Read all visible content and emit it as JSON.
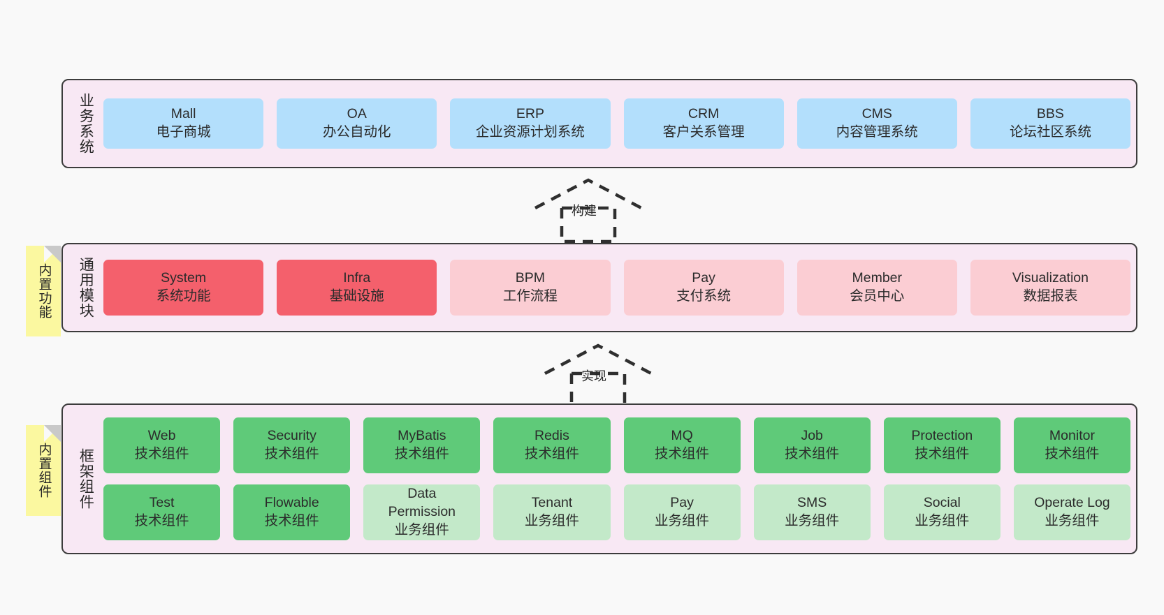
{
  "diagram": {
    "background_color": "#f9f9f9",
    "container_fill": "#f8e8f4",
    "container_border": "#3c3c3c"
  },
  "layers": [
    {
      "id": "business",
      "title": "业务系统",
      "rows": [
        {
          "cards": [
            {
              "name": "Mall",
              "subtitle": "电子商城",
              "color": "#b3dffc",
              "variant": "c-blue"
            },
            {
              "name": "OA",
              "subtitle": "办公自动化",
              "color": "#b3dffc",
              "variant": "c-blue"
            },
            {
              "name": "ERP",
              "subtitle": "企业资源计划系统",
              "color": "#b3dffc",
              "variant": "c-blue"
            },
            {
              "name": "CRM",
              "subtitle": "客户关系管理",
              "color": "#b3dffc",
              "variant": "c-blue"
            },
            {
              "name": "CMS",
              "subtitle": "内容管理系统",
              "color": "#b3dffc",
              "variant": "c-blue"
            },
            {
              "name": "BBS",
              "subtitle": "论坛社区系统",
              "color": "#b3dffc",
              "variant": "c-blue"
            }
          ]
        }
      ]
    },
    {
      "id": "common",
      "title": "通用模块",
      "rows": [
        {
          "cards": [
            {
              "name": "System",
              "subtitle": "系统功能",
              "color": "#f4606c",
              "variant": "c-red"
            },
            {
              "name": "Infra",
              "subtitle": "基础设施",
              "color": "#f4606c",
              "variant": "c-red"
            },
            {
              "name": "BPM",
              "subtitle": "工作流程",
              "color": "#fbcdd3",
              "variant": "c-pink"
            },
            {
              "name": "Pay",
              "subtitle": "支付系统",
              "color": "#fbcdd3",
              "variant": "c-pink"
            },
            {
              "name": "Member",
              "subtitle": "会员中心",
              "color": "#fbcdd3",
              "variant": "c-pink"
            },
            {
              "name": "Visualization",
              "subtitle": "数据报表",
              "color": "#fbcdd3",
              "variant": "c-pink"
            }
          ]
        }
      ]
    },
    {
      "id": "frame",
      "title": "框架组件",
      "rows": [
        {
          "cards": [
            {
              "name": "Web",
              "subtitle": "技术组件",
              "color": "#5fca79",
              "variant": "c-green"
            },
            {
              "name": "Security",
              "subtitle": "技术组件",
              "color": "#5fca79",
              "variant": "c-green"
            },
            {
              "name": "MyBatis",
              "subtitle": "技术组件",
              "color": "#5fca79",
              "variant": "c-green"
            },
            {
              "name": "Redis",
              "subtitle": "技术组件",
              "color": "#5fca79",
              "variant": "c-green"
            },
            {
              "name": "MQ",
              "subtitle": "技术组件",
              "color": "#5fca79",
              "variant": "c-green"
            },
            {
              "name": "Job",
              "subtitle": "技术组件",
              "color": "#5fca79",
              "variant": "c-green"
            },
            {
              "name": "Protection",
              "subtitle": "技术组件",
              "color": "#5fca79",
              "variant": "c-green"
            },
            {
              "name": "Monitor",
              "subtitle": "技术组件",
              "color": "#5fca79",
              "variant": "c-green"
            }
          ]
        },
        {
          "cards": [
            {
              "name": "Test",
              "subtitle": "技术组件",
              "color": "#5fca79",
              "variant": "c-green"
            },
            {
              "name": "Flowable",
              "subtitle": "技术组件",
              "color": "#5fca79",
              "variant": "c-green"
            },
            {
              "name": "Data\nPermission",
              "subtitle": "业务组件",
              "color": "#c3e9c9",
              "variant": "c-lightgreen"
            },
            {
              "name": "Tenant",
              "subtitle": "业务组件",
              "color": "#c3e9c9",
              "variant": "c-lightgreen"
            },
            {
              "name": "Pay",
              "subtitle": "业务组件",
              "color": "#c3e9c9",
              "variant": "c-lightgreen"
            },
            {
              "name": "SMS",
              "subtitle": "业务组件",
              "color": "#c3e9c9",
              "variant": "c-lightgreen"
            },
            {
              "name": "Social",
              "subtitle": "业务组件",
              "color": "#c3e9c9",
              "variant": "c-lightgreen"
            },
            {
              "name": "Operate Log",
              "subtitle": "业务组件",
              "color": "#c3e9c9",
              "variant": "c-lightgreen"
            }
          ]
        }
      ]
    }
  ],
  "notes": [
    {
      "id": "builtin-func",
      "text": "内置功能",
      "color": "#fbf8a0"
    },
    {
      "id": "builtin-comp",
      "text": "内置组件",
      "color": "#fbf8a0"
    }
  ],
  "arrows": [
    {
      "id": "build",
      "label": "构建",
      "style": "dashed-generalization",
      "direction": "up"
    },
    {
      "id": "impl",
      "label": "实现",
      "style": "dashed-generalization",
      "direction": "up"
    }
  ]
}
